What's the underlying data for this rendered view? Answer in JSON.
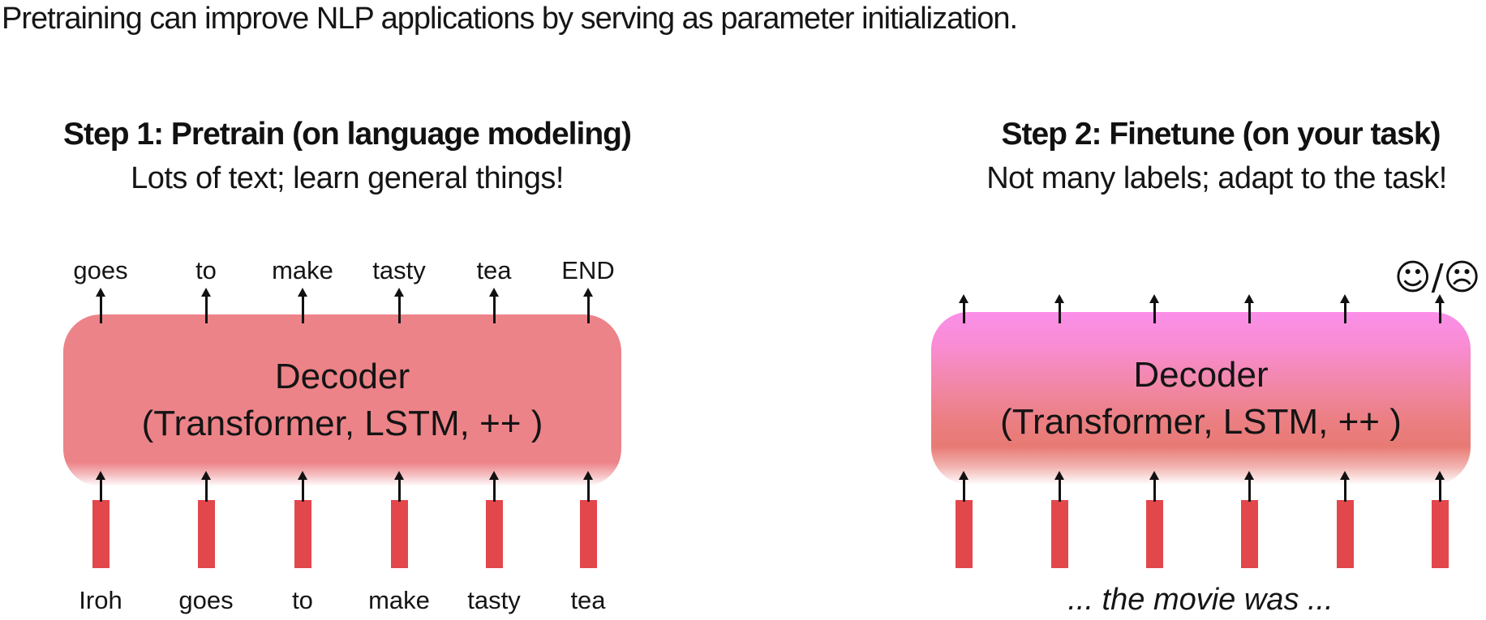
{
  "title": "Pretraining can improve NLP applications by serving as parameter initialization.",
  "pretrain": {
    "heading": "Step 1: Pretrain (on language modeling)",
    "subtitle": "Lots of text; learn general things!",
    "outputs": [
      "goes",
      "to",
      "make",
      "tasty",
      "tea",
      "END"
    ],
    "decoder_line1": "Decoder",
    "decoder_line2": "(Transformer, LSTM, ++ )",
    "inputs": [
      "Iroh",
      "goes",
      "to",
      "make",
      "tasty",
      "tea"
    ]
  },
  "finetune": {
    "heading": "Step 2: Finetune (on your task)",
    "subtitle": "Not many labels; adapt to the task!",
    "output_label": "☺/☹",
    "decoder_line1": "Decoder",
    "decoder_line2": "(Transformer, LSTM, ++ )",
    "input_text": "... the movie was ..."
  },
  "colors": {
    "pretrain_box": "#EC8388",
    "finetune_box_top": "#FB8FE9",
    "finetune_box_bottom": "#E87A74",
    "bar": "#E2474C",
    "arrow": "#111111",
    "text": "#1A1A1A"
  }
}
